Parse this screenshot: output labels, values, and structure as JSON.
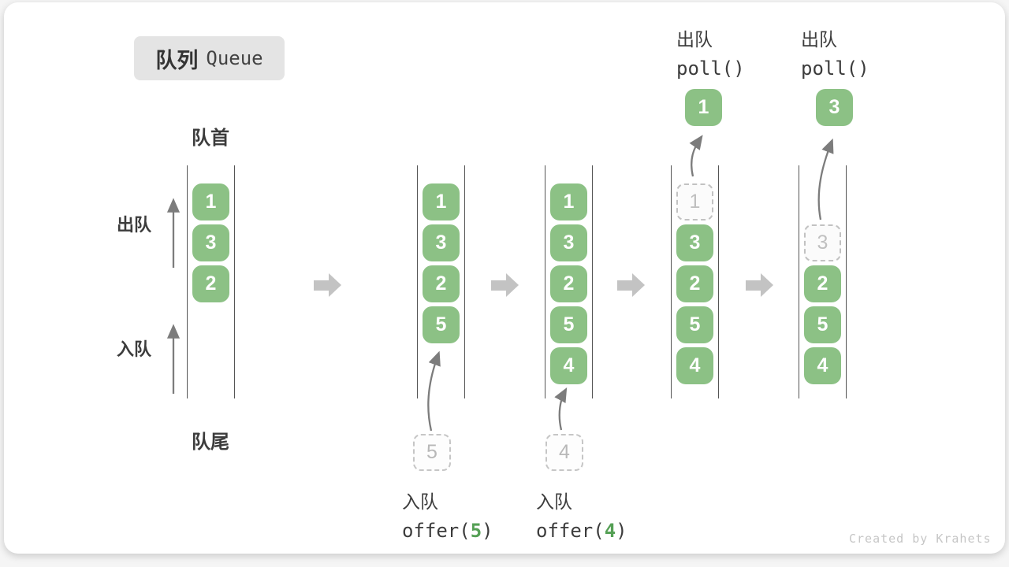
{
  "title": {
    "zh": "队列",
    "en": "Queue"
  },
  "labels": {
    "front": "队首",
    "rear": "队尾",
    "dequeue": "出队",
    "enqueue": "入队"
  },
  "columns": [
    {
      "cells": [
        "1",
        "3",
        "2"
      ]
    },
    {
      "cells": [
        "1",
        "3",
        "2",
        "5"
      ]
    },
    {
      "cells": [
        "1",
        "3",
        "2",
        "5",
        "4"
      ]
    },
    {
      "cells": [
        "1",
        "3",
        "2",
        "5",
        "4"
      ]
    },
    {
      "cells": [
        "3",
        "2",
        "5",
        "4"
      ]
    }
  ],
  "staged_items": [
    "5",
    "4"
  ],
  "enqueue_steps": [
    {
      "label": "入队",
      "fn_open": "offer(",
      "arg": "5",
      "fn_close": ")"
    },
    {
      "label": "入队",
      "fn_open": "offer(",
      "arg": "4",
      "fn_close": ")"
    }
  ],
  "dequeue_steps": [
    {
      "label": "出队",
      "fn": "poll()",
      "result": "1"
    },
    {
      "label": "出队",
      "fn": "poll()",
      "result": "3"
    }
  ],
  "colors": {
    "box_green": "#8CC185",
    "arg_green": "#55A055",
    "badge_bg": "#e4e4e4",
    "arrow_gray": "#7c7c7c",
    "block_arrow_gray": "#c3c3c3",
    "dashed_gray": "#c2c2c2",
    "text_dark": "#3c3c3c"
  },
  "watermark": "Created by Krahets"
}
